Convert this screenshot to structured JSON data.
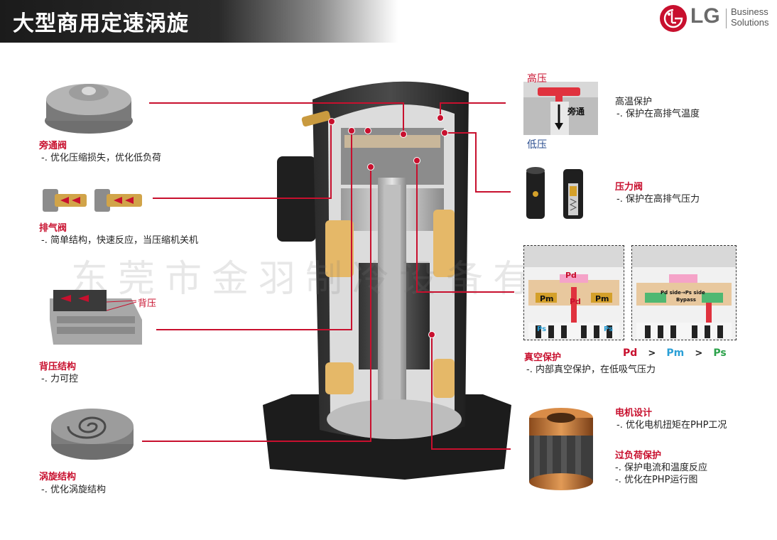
{
  "header": {
    "title": "大型商用定速涡旋"
  },
  "brand": {
    "logo_text": "LG",
    "sub_line1": "Business",
    "sub_line2": "Solutions",
    "color": "#c8102e"
  },
  "left": {
    "bypass": {
      "title": "旁通阀",
      "desc": "-. 优化压缩损失，优化低负荷"
    },
    "discharge": {
      "title": "排气阀",
      "desc": "-. 简单结构，快速反应，当压缩机关机"
    },
    "backpressure": {
      "title": "背压结构",
      "desc": "-. 力可控",
      "callout": "背压"
    },
    "scroll": {
      "title": "涡旋结构",
      "desc": "-. 优化涡旋结构"
    }
  },
  "right": {
    "hightemp": {
      "high_label": "高压",
      "low_label": "低压",
      "bypass_label": "旁通",
      "title": "高温保护",
      "desc": "-. 保护在高排气温度"
    },
    "pressure_valve": {
      "title": "压力阀",
      "desc": "-. 保护在高排气压力"
    },
    "vacuum": {
      "title": "真空保护",
      "desc": "-. 内部真空保护，在低吸气压力",
      "pd": "Pd",
      "pm": "Pm",
      "ps": "Ps",
      "gt": ">",
      "bypass_label": "Bypass",
      "side_label": "Pd side→Ps side"
    },
    "motor": {
      "title": "电机设计",
      "desc": "-. 优化电机扭矩在PHP工况"
    },
    "overload": {
      "title": "过负荷保护",
      "desc1": "-. 保护电流和温度反应",
      "desc2": "-. 优化在PHP运行图"
    }
  },
  "watermark": "东莞市金羽制冷设备有限公司"
}
